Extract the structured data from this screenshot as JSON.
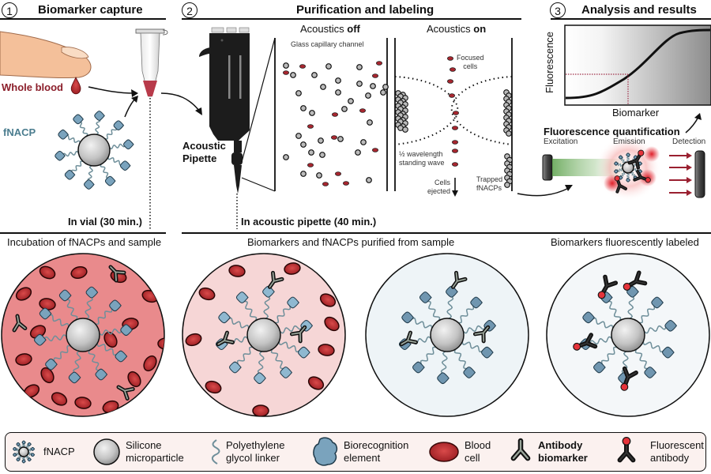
{
  "steps": [
    {
      "number": "1",
      "title": "Biomarker capture"
    },
    {
      "number": "2",
      "title": "Purification and labeling"
    },
    {
      "number": "3",
      "title": "Analysis and results"
    }
  ],
  "step1": {
    "whole_blood_label": "Whole blood",
    "fnacp_label": "fNACP",
    "duration_label": "In vial (30 min.)"
  },
  "step2": {
    "pipette_label_line1": "Acoustic",
    "pipette_label_line2": "Pipette",
    "acoustics_off_prefix": "Acoustics ",
    "acoustics_off_bold": "off",
    "acoustics_on_prefix": "Acoustics ",
    "acoustics_on_bold": "on",
    "channel_label": "Glass capillary channel",
    "focused_cells_line1": "Focused",
    "focused_cells_line2": "cells",
    "standing_wave_line1": "½ wavelength",
    "standing_wave_line2": "standing wave",
    "cells_ejected_line1": "Cells",
    "cells_ejected_line2": "ejected",
    "trapped_line1": "Trapped",
    "trapped_line2": "fNACPs",
    "duration_label": "In acoustic pipette (40 min.)"
  },
  "step3": {
    "y_axis_label": "Fluorescence",
    "x_axis_label": "Biomarker",
    "quantification_title": "Fluorescence quantification",
    "excitation_label": "Excitation",
    "emission_label": "Emission",
    "detection_label": "Detection"
  },
  "panels": {
    "incubation_caption": "Incubation of fNACPs and sample",
    "purified_caption": "Biomarkers and fNACPs purified from sample",
    "labeled_caption": "Biomarkers fluorescently labeled"
  },
  "legend": [
    {
      "icon": "fnacp-icon",
      "line1": "fNACP",
      "line2": ""
    },
    {
      "icon": "silicone-microparticle-icon",
      "line1": "Silicone",
      "line2": "microparticle"
    },
    {
      "icon": "peg-linker-icon",
      "line1": "Polyethylene",
      "line2": "glycol linker"
    },
    {
      "icon": "biorecognition-element-icon",
      "line1": "Biorecognition",
      "line2": "element"
    },
    {
      "icon": "blood-cell-icon",
      "line1": "Blood",
      "line2": "cell"
    },
    {
      "icon": "antibody-biomarker-icon",
      "line1": "Antibody",
      "line2": "biomarker"
    },
    {
      "icon": "fluorescent-antibody-icon",
      "line1": "Fluorescent",
      "line2": "antibody"
    }
  ],
  "colors": {
    "blood": "#a8262f",
    "blood_text": "#8b1e2a",
    "fnacp_text": "#4b7d8f",
    "biorecognition": "#7aa3bd",
    "linker": "#6f8f9a",
    "panel1_bg": "#e98a8c",
    "panel2_bg": "#f6d6d6",
    "panel3_bg": "#eef4f7",
    "panel4_bg": "#f4f7f9",
    "fluor_red": "#e5333a",
    "excitation_green": "#7ab86a",
    "legend_bg": "#fbf1ef"
  }
}
